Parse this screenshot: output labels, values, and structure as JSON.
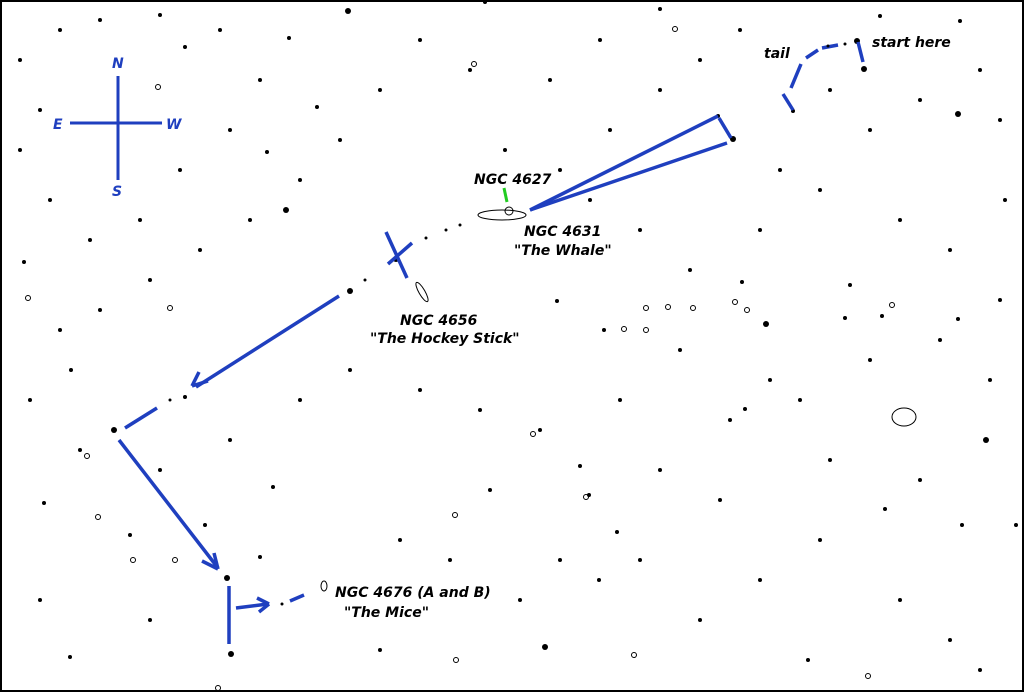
{
  "colors": {
    "background": "#ffffff",
    "border": "#000000",
    "stars": "#000000",
    "route": "#1f3fbf",
    "pointer": "#22cc22",
    "compass": "#1f3fbf"
  },
  "compass": {
    "north": "N",
    "south": "S",
    "east": "E",
    "west": "W"
  },
  "labels": {
    "start": "start here",
    "tail": "tail",
    "ngc4627": "NGC 4627",
    "ngc4631": "NGC 4631",
    "whale": "\"The Whale\"",
    "ngc4656": "NGC 4656",
    "hockey": "\"The Hockey Stick\"",
    "ngc4676": "NGC 4676 (A and B)",
    "mice": "\"The Mice\""
  },
  "icons": {
    "compass": "compass-rose-icon",
    "arrow": "direction-arrow-icon",
    "galaxy": "galaxy-ellipse-icon"
  }
}
